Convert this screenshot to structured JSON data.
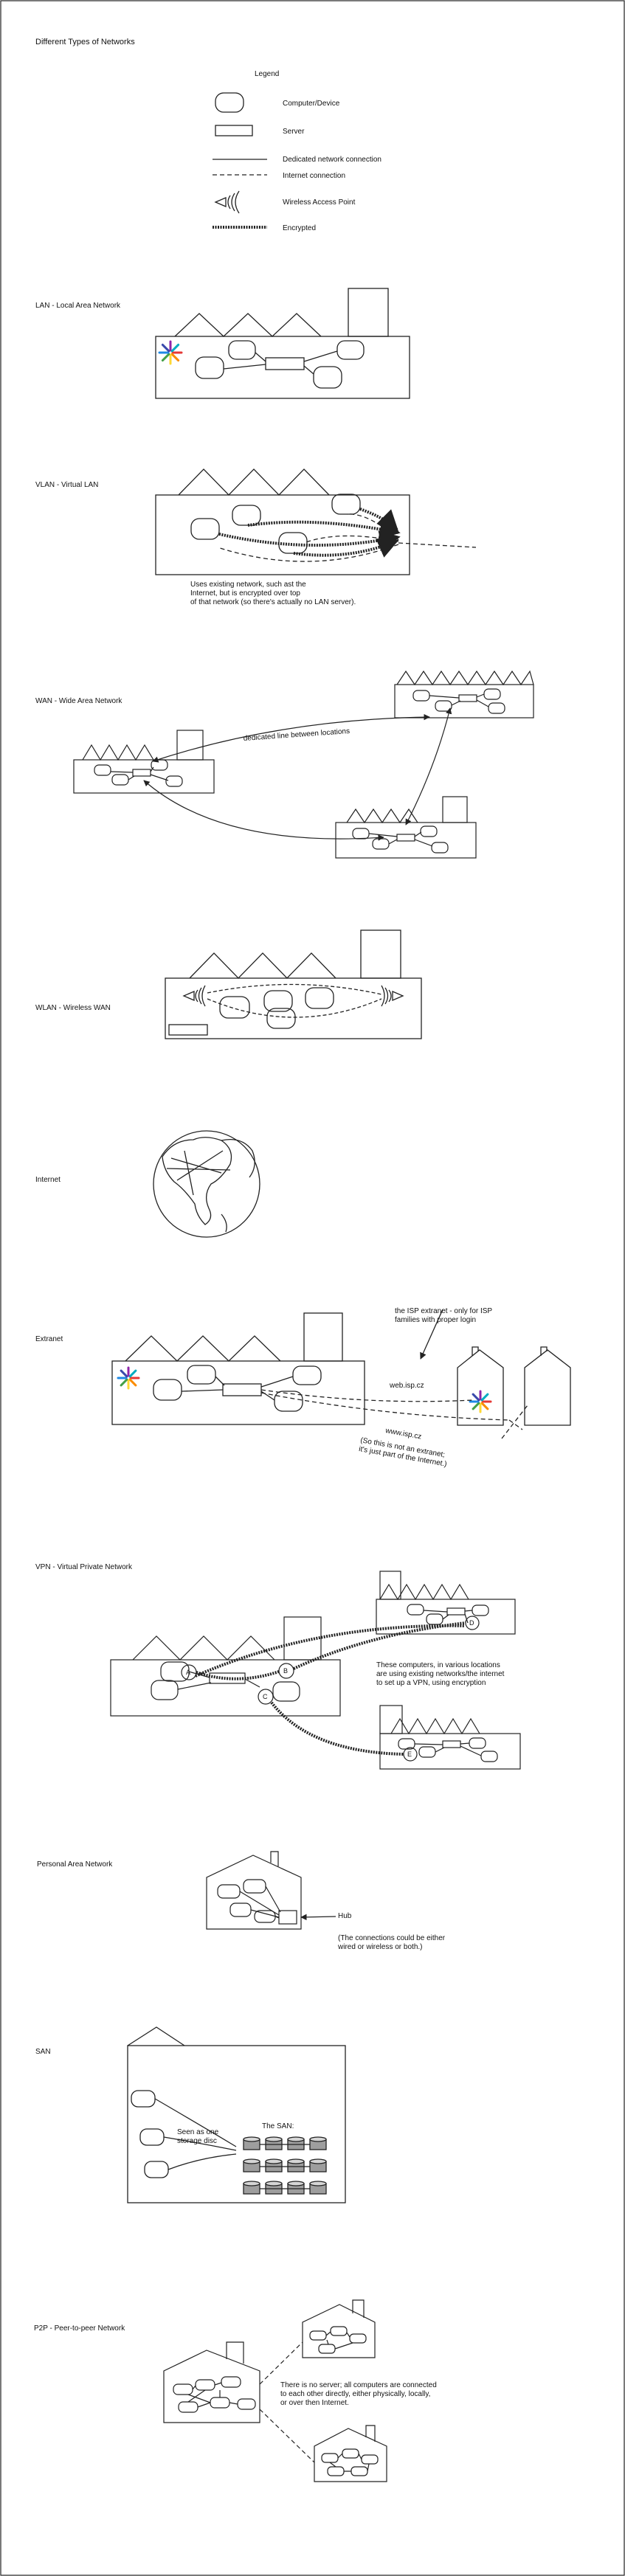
{
  "title": "Different Types of Networks",
  "legend": {
    "heading": "Legend",
    "computer": "Computer/Device",
    "server": "Server",
    "dedicated": "Dedicated network connection",
    "internet": "Internet connection",
    "wireless": "Wireless Access Point",
    "encrypted": "Encrypted"
  },
  "sections": {
    "lan": {
      "title": "LAN - Local Area Network"
    },
    "vlan": {
      "title": "VLAN - Virtual LAN",
      "note": [
        "Uses existing network, such ast the",
        "Internet, but is encrypted over top",
        "of that network (so there's actually no LAN server)."
      ]
    },
    "wan": {
      "title": "WAN - Wide Area Network",
      "link_label": "dedicated line between locations"
    },
    "wlan": {
      "title": "WLAN - Wireless WAN"
    },
    "internet": {
      "title": "Internet"
    },
    "extranet": {
      "title": "Extranet",
      "isp_note": [
        "the  ISP extranet - only for ISP",
        "families with proper login"
      ],
      "site_a": "web.isp.cz",
      "site_b": "www.isp.cz",
      "not_extranet": [
        "(So this is not an extranet;",
        "it's just part of the Internet.)"
      ]
    },
    "vpn": {
      "title": "VPN - Virtual Private Network",
      "nodes": [
        "A",
        "B",
        "C",
        "D",
        "E"
      ],
      "note": [
        "These computers, in various locations",
        "are using existing networks/the internet",
        "to set up a VPN, using encryption"
      ]
    },
    "pan": {
      "title": "Personal Area Network",
      "hub": "Hub",
      "note": [
        "(The connections could be either",
        "wired or wireless or both.)"
      ]
    },
    "san": {
      "title": "SAN",
      "storage_note": [
        "Seen as one",
        "storage disc"
      ],
      "san_label": "The SAN:"
    },
    "p2p": {
      "title": "P2P - Peer-to-peer Network",
      "note": [
        "There is no server; all computers are connected",
        "to each other directly, either physically, locally,",
        "or over then Internet."
      ]
    }
  },
  "colors": {
    "line": "#222222",
    "wheel": [
      "#e53935",
      "#fb8c00",
      "#fdd835",
      "#43a047",
      "#1e88e5",
      "#3949ab",
      "#8e24aa",
      "#00acc1"
    ]
  }
}
